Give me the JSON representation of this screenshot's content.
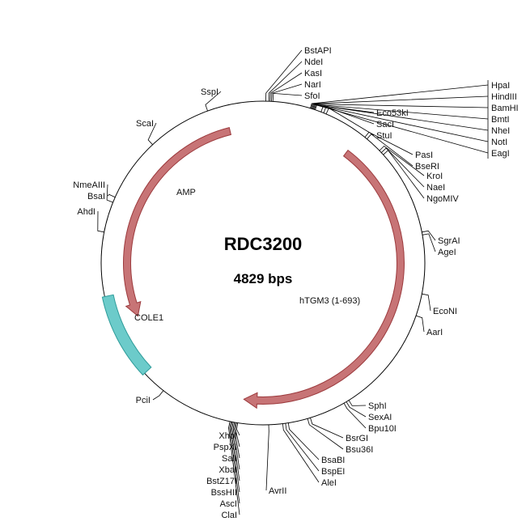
{
  "plasmid": {
    "name": "RDC3200",
    "size_text": "4829 bps"
  },
  "colors": {
    "backbone": "#000000",
    "arrow_fill": "#c77476",
    "arrow_stroke": "#9c3a3d",
    "ori_fill": "#6ccbca",
    "ori_stroke": "#2e9c9a"
  },
  "features": [
    {
      "id": "amp",
      "label": "AMP",
      "type": "arrow"
    },
    {
      "id": "htgm3",
      "label": "hTGM3 (1-693)",
      "type": "arrow"
    },
    {
      "id": "cole1",
      "label": "COLE1",
      "type": "box"
    }
  ],
  "site_groups": [
    {
      "id": "bstapi",
      "labels": [
        "BstAPI",
        "NdeI",
        "KasI",
        "NarI",
        "SfoI"
      ]
    },
    {
      "id": "hpai",
      "labels": [
        "HpaI",
        "HindIII",
        "BamHI",
        "BmtI",
        "NheI",
        "NotI",
        "EagI"
      ]
    },
    {
      "id": "eco53ki",
      "labels": [
        "Eco53kI",
        "SacI",
        "StuI"
      ]
    },
    {
      "id": "pasi",
      "labels": [
        "PasI",
        "BseRI"
      ]
    },
    {
      "id": "kroi",
      "labels": [
        "KroI",
        "NaeI",
        "NgoMIV"
      ]
    },
    {
      "id": "sgrai",
      "labels": [
        "SgrAI",
        "AgeI"
      ]
    },
    {
      "id": "econi",
      "labels": [
        "EcoNI"
      ]
    },
    {
      "id": "aari",
      "labels": [
        "AarI"
      ]
    },
    {
      "id": "sphi",
      "labels": [
        "SphI",
        "SexAI",
        "Bpu10I"
      ]
    },
    {
      "id": "bsrgi",
      "labels": [
        "BsrGI",
        "Bsu36I"
      ]
    },
    {
      "id": "bsabi",
      "labels": [
        "BsaBI",
        "BspEI",
        "AleI"
      ]
    },
    {
      "id": "avrii",
      "labels": [
        "AvrII"
      ]
    },
    {
      "id": "xhoi",
      "labels": [
        "XhoI",
        "PspXI",
        "SalI",
        "XbaI",
        "BstZ17I",
        "BssHII",
        "AscI",
        "ClaI"
      ]
    },
    {
      "id": "pcii",
      "labels": [
        "PciI"
      ]
    },
    {
      "id": "ahdi",
      "labels": [
        "AhdI"
      ]
    },
    {
      "id": "nmeaiii",
      "labels": [
        "NmeAIII",
        "BsaI"
      ]
    },
    {
      "id": "scai",
      "labels": [
        "ScaI"
      ]
    },
    {
      "id": "sspi",
      "labels": [
        "SspI"
      ]
    }
  ]
}
